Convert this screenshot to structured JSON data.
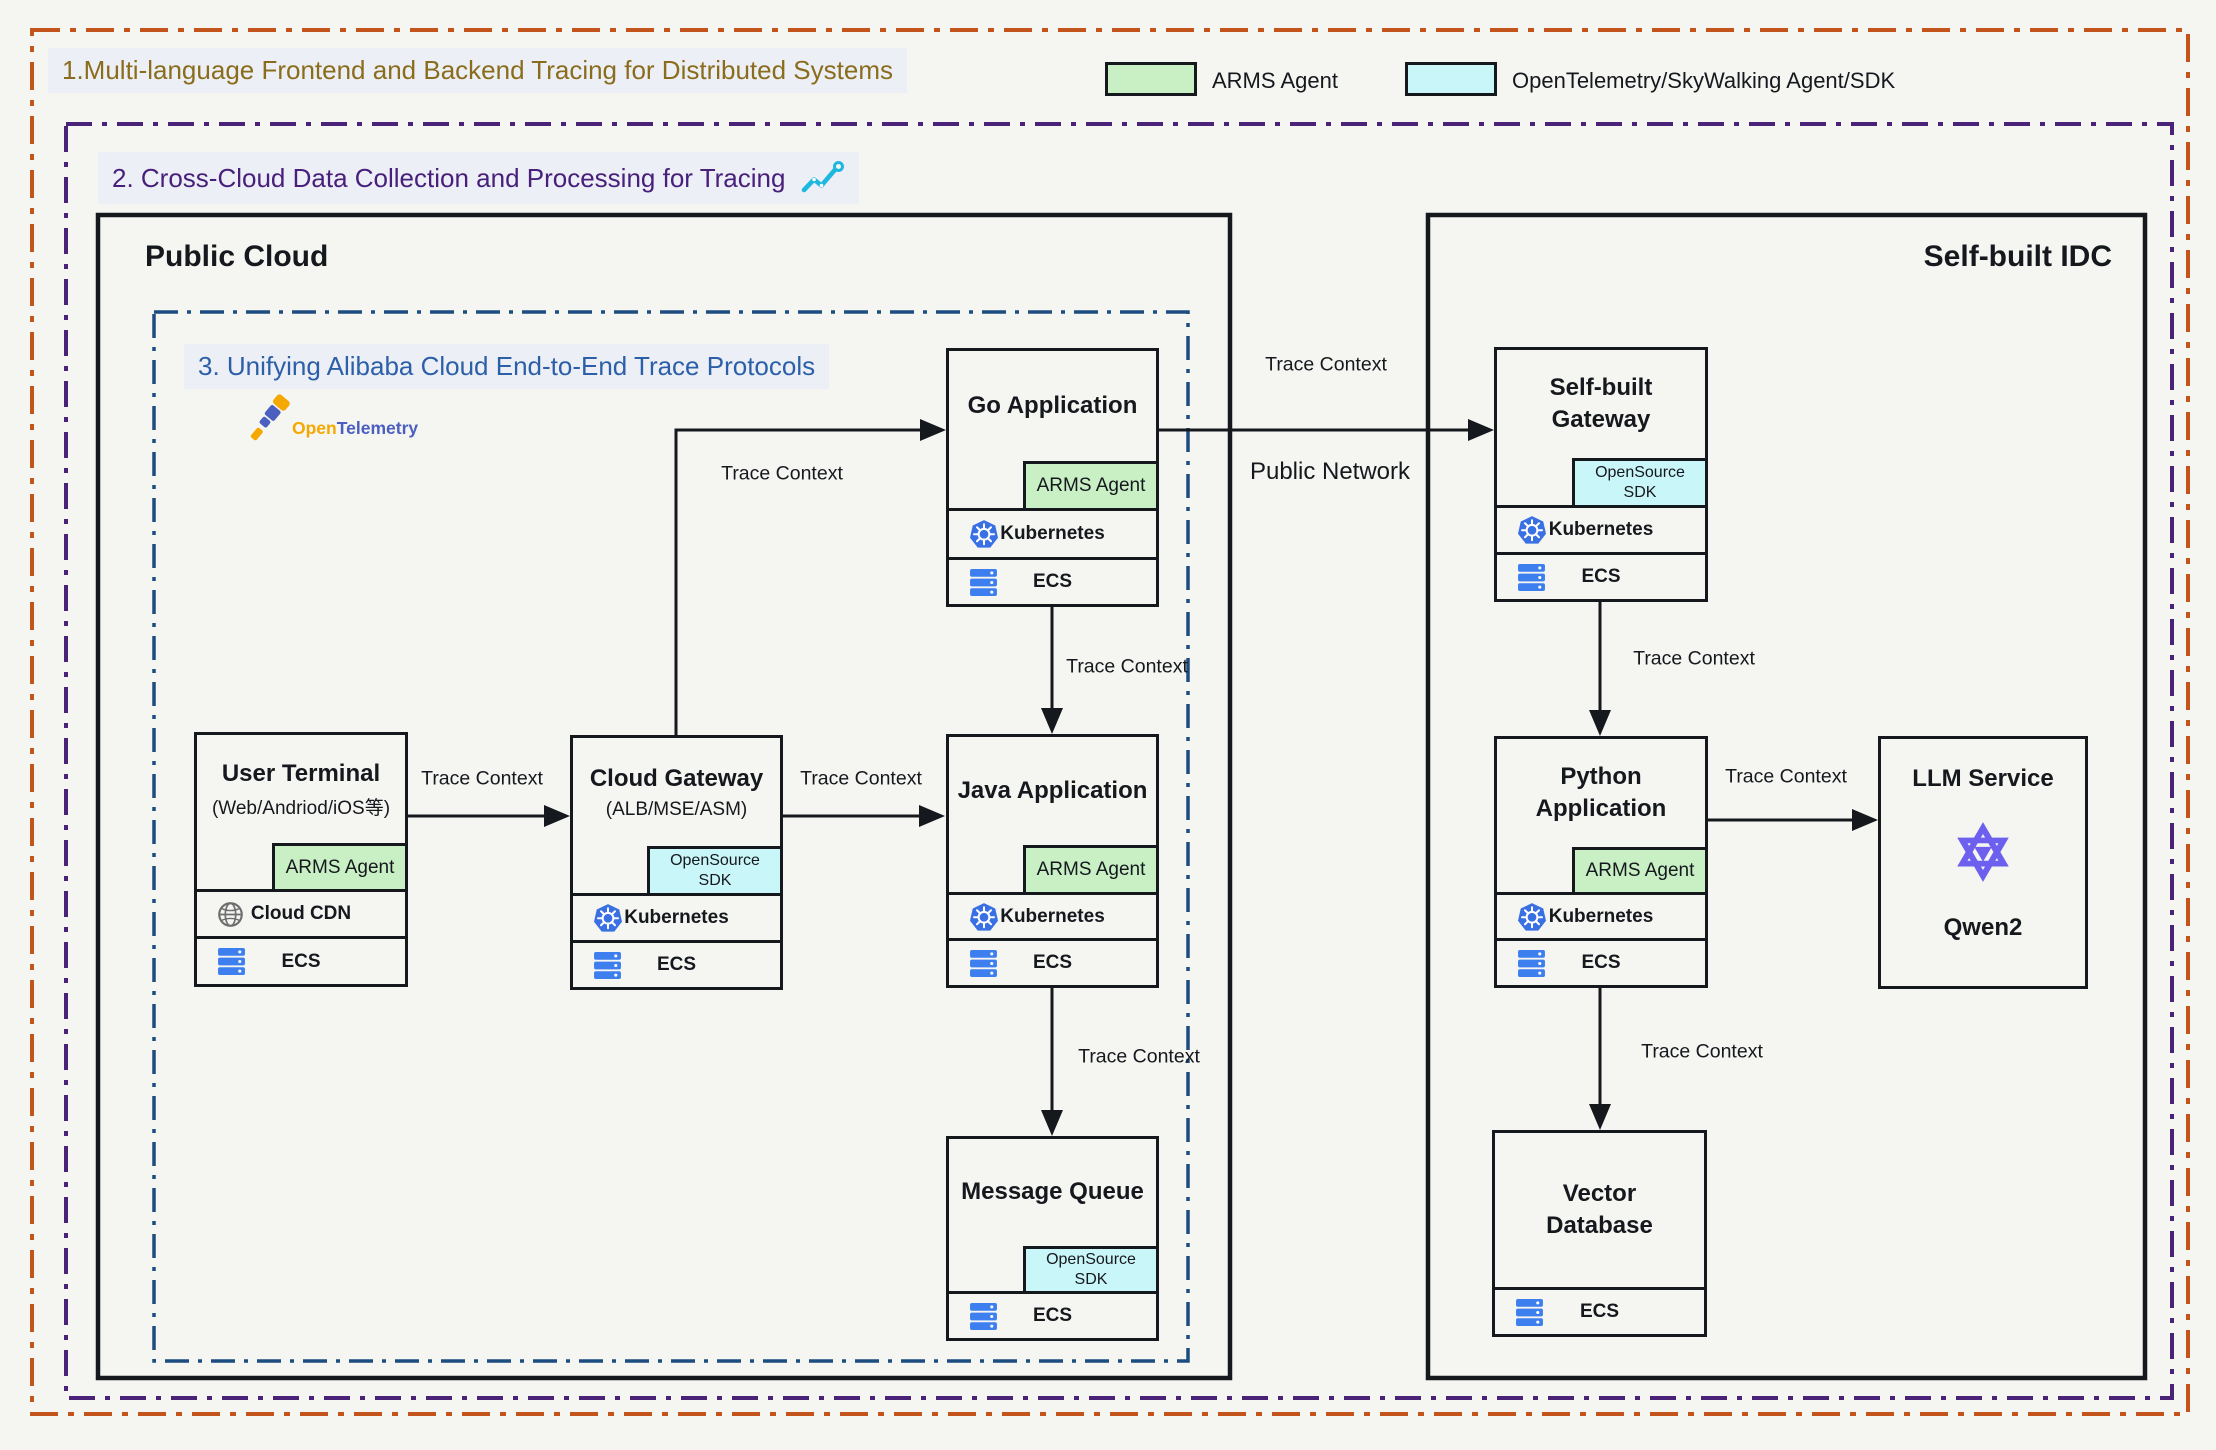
{
  "section1": {
    "title": "1.Multi-language Frontend and Backend Tracing for Distributed Systems"
  },
  "section2": {
    "title": "2. Cross-Cloud Data Collection and Processing for Tracing"
  },
  "section3": {
    "title": "3. Unifying Alibaba Cloud End-to-End Trace Protocols"
  },
  "legend": {
    "arms": {
      "label": "ARMS Agent",
      "color": "#c9f0c5"
    },
    "otel": {
      "label": "OpenTelemetry/SkyWalking Agent/SDK",
      "color": "#c9f6f9"
    }
  },
  "regions": {
    "public_cloud": "Public Cloud",
    "idc": "Self-built IDC"
  },
  "labels": {
    "trace_context": "Trace Context",
    "public_network": "Public Network"
  },
  "otel_brand": {
    "open": "Open",
    "telemetry": "Telemetry"
  },
  "rows": {
    "kubernetes": "Kubernetes",
    "ecs": "ECS",
    "cloud_cdn": "Cloud CDN"
  },
  "chips": {
    "arms": "ARMS Agent",
    "oss_l1": "OpenSource",
    "oss_l2": "SDK"
  },
  "nodes": {
    "user_terminal": {
      "title": "User Terminal",
      "subtitle": "(Web/Andriod/iOS等)"
    },
    "cloud_gateway": {
      "title": "Cloud Gateway",
      "subtitle": "(ALB/MSE/ASM)"
    },
    "go_app": {
      "title": "Go Application"
    },
    "java_app": {
      "title": "Java Application"
    },
    "message_queue": {
      "title": "Message Queue"
    },
    "self_gateway": {
      "l1": "Self-built",
      "l2": "Gateway"
    },
    "python_app": {
      "l1": "Python",
      "l2": "Application"
    },
    "llm": {
      "title": "LLM Service",
      "caption": "Qwen2"
    },
    "vector_db": {
      "l1": "Vector",
      "l2": "Database"
    }
  },
  "colors": {
    "border_orange": "#c2541c",
    "border_purple": "#4a2378",
    "border_blue": "#1c4d80",
    "title1": "#8a6d1c",
    "title2": "#48207c",
    "title3": "#2b5fa8",
    "arms_green": "#c9f0c5",
    "otel_cyan": "#c9f6f9",
    "k8s_blue": "#3970e4",
    "ecs_blue": "#3e7fef",
    "qwen_purple": "#6d60ef",
    "otel_orange": "#f5a800",
    "otel_blue": "#4a5fc0",
    "accent_cyan": "#1eb8de"
  }
}
